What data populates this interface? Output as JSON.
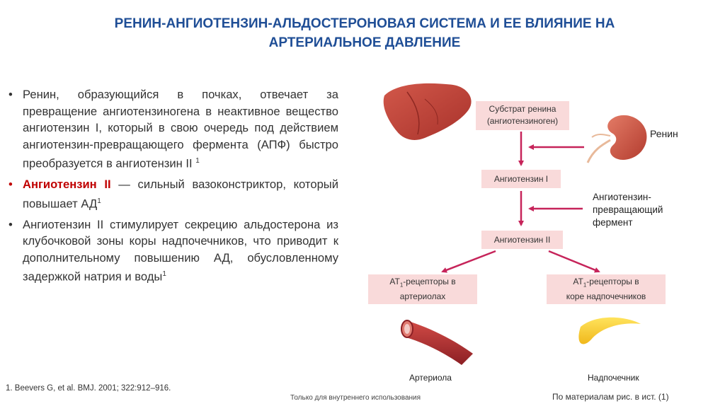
{
  "title": {
    "line1": "РЕНИН-АНГИОТЕНЗИН-АЛЬДОСТЕРОНОВАЯ СИСТЕМА И ЕЕ ВЛИЯНИЕ НА",
    "line2": "АРТЕРИАЛЬНОЕ ДАВЛЕНИЕ"
  },
  "bullets": {
    "b1_text": "Ренин, образующийся в почках,  отвечает за превращение ангиотензиногена в неактивное вещество ангиотензин I, который в свою очередь под действием ангиотензин-превращающего фермента (АПФ) быстро преобразуется в ангиотензин II ",
    "b1_sup": "1",
    "b2_highlight": "Ангиотензин II",
    "b2_text": " — сильный вазоконстриктор, который повышает АД",
    "b2_sup": "1",
    "b3_text": "Ангиотензин II стимулирует секрецию альдостерона из клубочковой зоны коры надпочечников, что приводит к дополнительному повышению АД, обусловленному задержкой натрия и воды",
    "b3_sup": "1"
  },
  "diagram": {
    "substrate_line1": "Субстрат ренина",
    "substrate_line2": "(ангиотензиноген)",
    "renin": "Ренин",
    "ang1": "Ангиотензин I",
    "ace_line1": "Ангиотензин-",
    "ace_line2": "превращающий",
    "ace_line3": "фермент",
    "ang2": "Ангиотензин II",
    "at1_left_pre": "АТ",
    "at1_left_sub": "1",
    "at1_left_post": "-рецепторы в",
    "at1_left_line2": "артериолах",
    "at1_right_pre": "АТ",
    "at1_right_sub": "1",
    "at1_right_post": "-рецепторы в",
    "at1_right_line2": "коре надпочечников",
    "arteriole": "Артериола",
    "adrenal": "Надпочечник"
  },
  "footer": {
    "reference": "1. Beevers G, et al. BMJ. 2001; 322:912–916.",
    "internal_use": "Только для внутреннего использования",
    "source": "По материалам рис. в ист. (1)"
  },
  "colors": {
    "title": "#1f4e96",
    "highlight": "#c00000",
    "arrow": "#c6245a",
    "box": "#f9dada"
  }
}
